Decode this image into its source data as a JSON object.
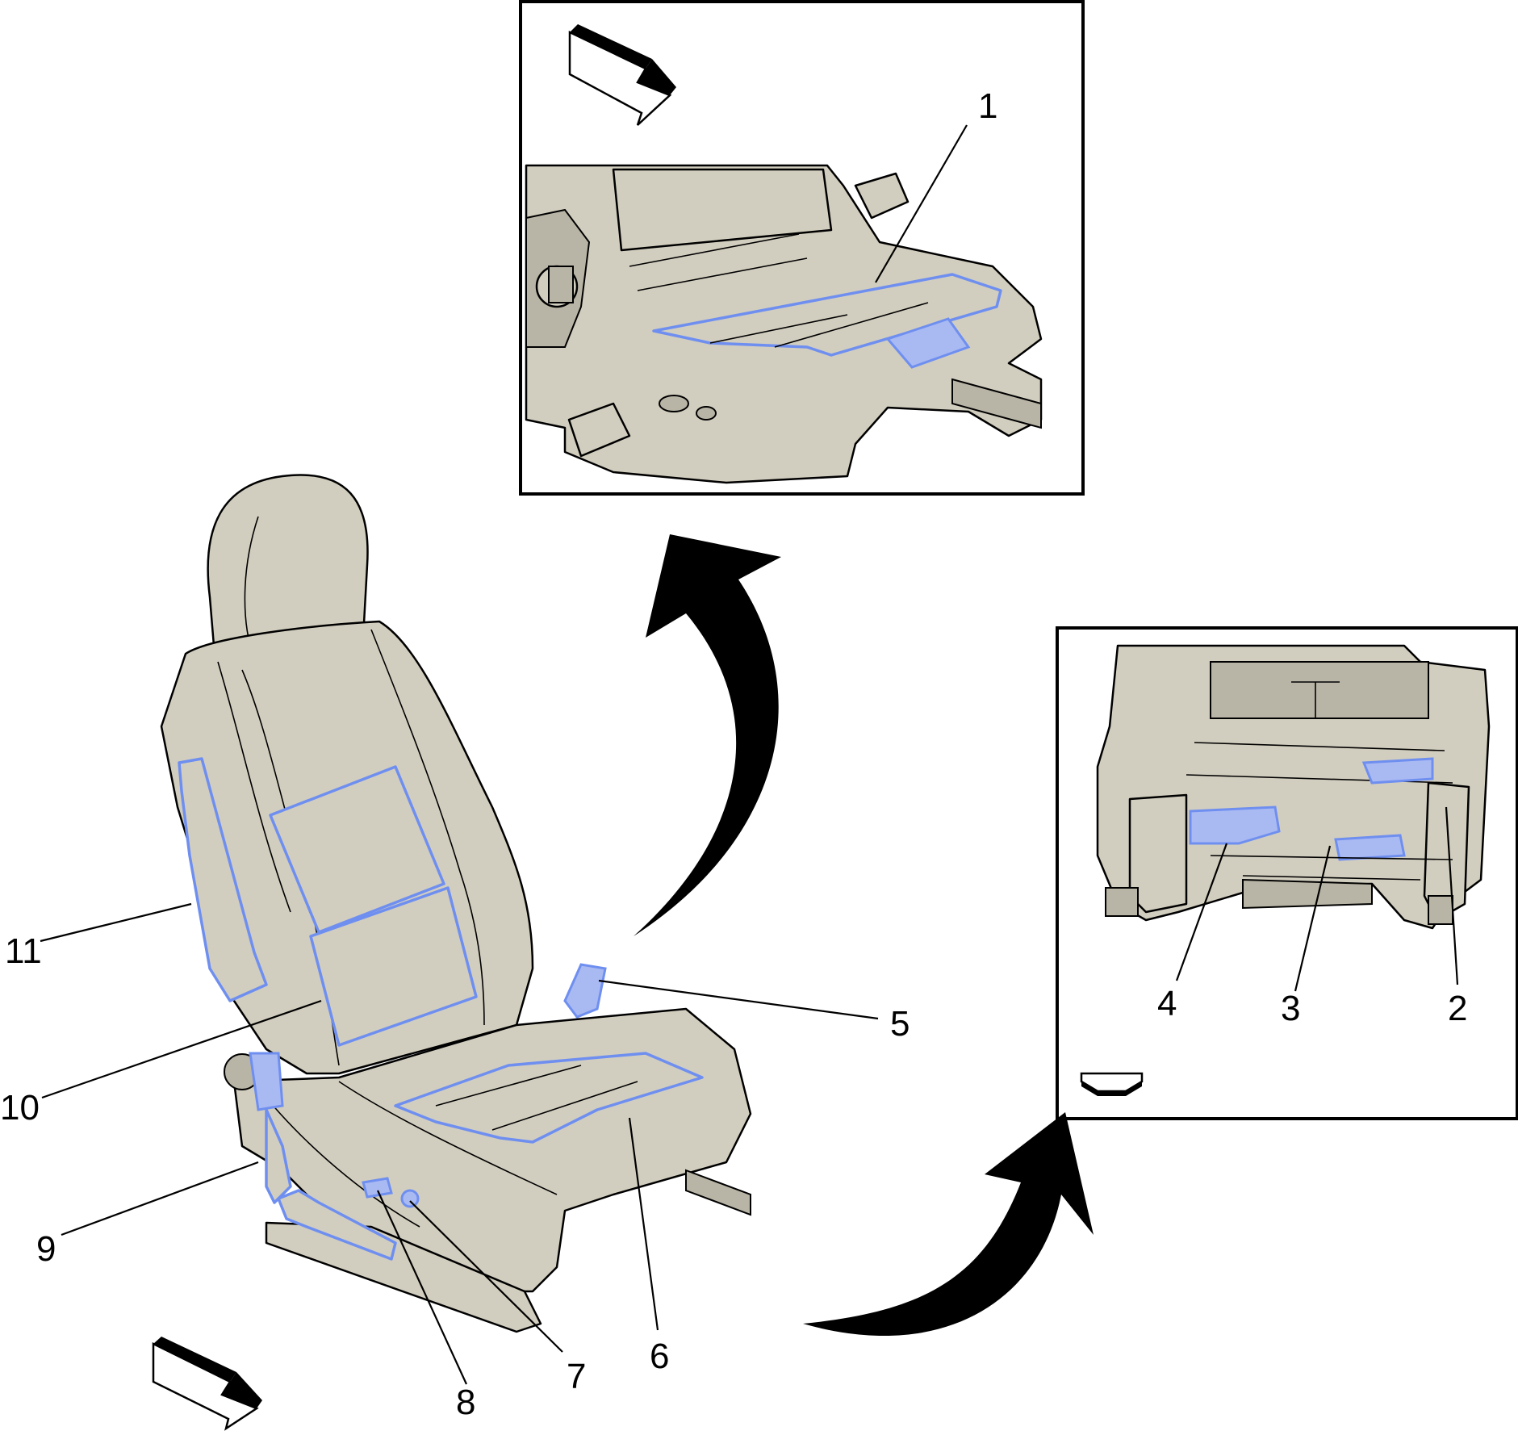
{
  "colors": {
    "seat_fill": "#d2cebf",
    "highlight_blue": "#6f8ff0",
    "outline": "#000000"
  },
  "callouts": [
    {
      "id": "1",
      "label": "1"
    },
    {
      "id": "2",
      "label": "2"
    },
    {
      "id": "3",
      "label": "3"
    },
    {
      "id": "4",
      "label": "4"
    },
    {
      "id": "5",
      "label": "5"
    },
    {
      "id": "6",
      "label": "6"
    },
    {
      "id": "7",
      "label": "7"
    },
    {
      "id": "8",
      "label": "8"
    },
    {
      "id": "9",
      "label": "9"
    },
    {
      "id": "10",
      "label": "10"
    },
    {
      "id": "11",
      "label": "11"
    }
  ]
}
